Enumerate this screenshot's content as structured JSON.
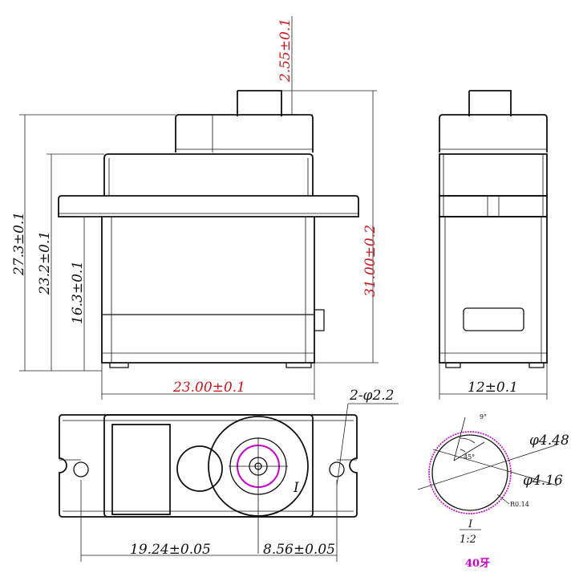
{
  "dimensions": {
    "horn_height": "2.55±0.1",
    "height_total_left": "27.3±0.1",
    "height_mid_left": "23.2±0.1",
    "height_body": "16.3±0.1",
    "height_total_right": "31.00±0.2",
    "width_body": "23.00±0.1",
    "depth_body": "12±0.1",
    "hole_spec": "2-φ2.2",
    "shaft_offset": "19.24±0.05",
    "hole_offset": "8.56±0.05"
  },
  "detail": {
    "label": "I",
    "scale": "1:2",
    "outer_diameter": "φ4.48",
    "inner_diameter": "φ4.16",
    "teeth": "40牙",
    "angle_a": "9°",
    "angle_b": "45°",
    "small_note": "R0.14"
  },
  "top_view": {
    "detail_marker": "I"
  },
  "colors": {
    "red": "#d4141b",
    "magenta": "#cc00cc",
    "line": "#111111"
  }
}
